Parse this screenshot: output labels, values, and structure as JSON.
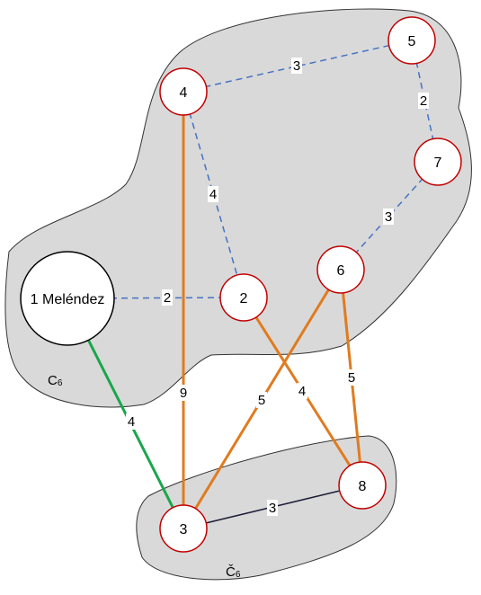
{
  "colors": {
    "region_fill": "#d9d9d9",
    "node_red_border": "#c00000",
    "node_black_border": "#000000",
    "dashed_blue": "#4472c4",
    "orange": "#e07b1f",
    "green": "#1aa64b",
    "dark_navy": "#1f1f3a"
  },
  "regions": [
    {
      "id": "c6",
      "label_main": "C",
      "label_sub": "6"
    },
    {
      "id": "cv6",
      "label_main": "Č",
      "label_sub": "6"
    }
  ],
  "nodes": [
    {
      "id": "1",
      "label": "1 Meléndez",
      "border": "black"
    },
    {
      "id": "2",
      "label": "2",
      "border": "red"
    },
    {
      "id": "3",
      "label": "3",
      "border": "red"
    },
    {
      "id": "4",
      "label": "4",
      "border": "red"
    },
    {
      "id": "5",
      "label": "5",
      "border": "red"
    },
    {
      "id": "6",
      "label": "6",
      "border": "red"
    },
    {
      "id": "7",
      "label": "7",
      "border": "red"
    },
    {
      "id": "8",
      "label": "8",
      "border": "red"
    }
  ],
  "edges": [
    {
      "from": "4",
      "to": "5",
      "weight": "3",
      "style": "dashed-blue"
    },
    {
      "from": "5",
      "to": "7",
      "weight": "2",
      "style": "dashed-blue"
    },
    {
      "from": "4",
      "to": "2",
      "weight": "4",
      "style": "dashed-blue"
    },
    {
      "from": "7",
      "to": "6",
      "weight": "3",
      "style": "dashed-blue"
    },
    {
      "from": "1",
      "to": "2",
      "weight": "2",
      "style": "dashed-blue"
    },
    {
      "from": "4",
      "to": "3",
      "weight": "9",
      "style": "orange"
    },
    {
      "from": "6",
      "to": "3",
      "weight": "5",
      "style": "orange"
    },
    {
      "from": "2",
      "to": "8",
      "weight": "4",
      "style": "orange"
    },
    {
      "from": "6",
      "to": "8",
      "weight": "5",
      "style": "orange"
    },
    {
      "from": "1",
      "to": "3",
      "weight": "4",
      "style": "green"
    },
    {
      "from": "3",
      "to": "8",
      "weight": "3",
      "style": "dark"
    }
  ]
}
